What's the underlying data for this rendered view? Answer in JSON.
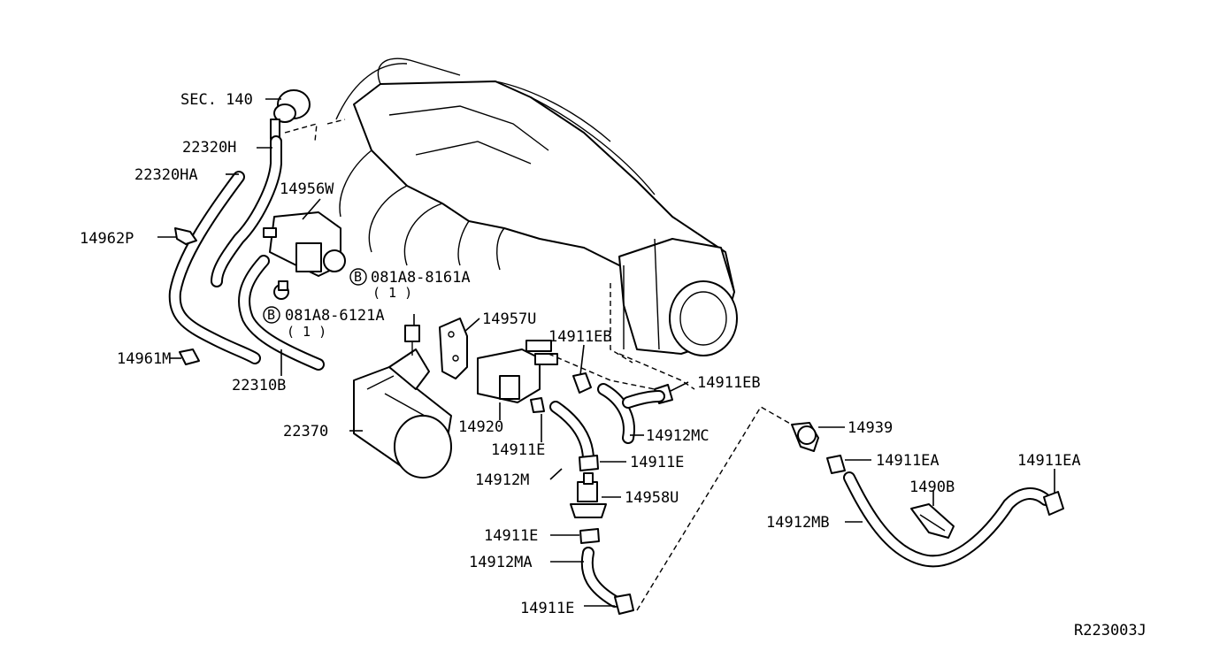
{
  "diagram": {
    "section_ref": "SEC. 140",
    "drawing_code": "R223003J",
    "bolt_callouts": [
      {
        "marker": "B",
        "part": "081A8-8161A",
        "qty": "( 1 )"
      },
      {
        "marker": "B",
        "part": "081A8-6121A",
        "qty": "( 1 )"
      }
    ],
    "parts": [
      "22320H",
      "22320HA",
      "14956W",
      "14962P",
      "14961M",
      "22310B",
      "22370",
      "14920",
      "14957U",
      "14911EB",
      "14911EB",
      "14912MC",
      "14911E",
      "14912M",
      "14911E",
      "14958U",
      "14911E",
      "14912MA",
      "14911E",
      "14939",
      "14911EA",
      "14911EA",
      "1490B",
      "14912MB"
    ]
  }
}
